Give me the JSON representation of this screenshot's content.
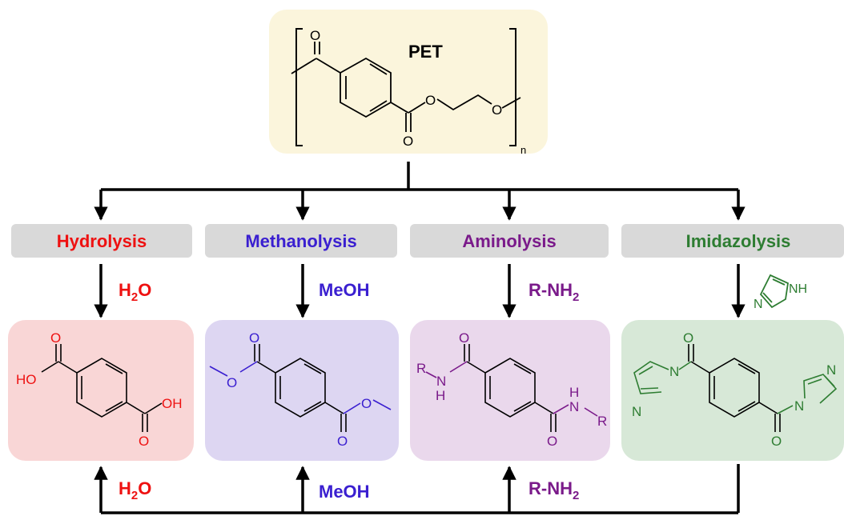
{
  "polymer": {
    "name": "PET",
    "repeat_subscript": "n",
    "atoms": {
      "oxygen": "O"
    }
  },
  "reagent_parts": {
    "water": {
      "base": "H",
      "sub": "2",
      "tail": "O"
    },
    "methanol": "MeOH",
    "amine": {
      "base": "R-NH",
      "sub": "2"
    }
  },
  "processes": [
    {
      "id": "hydrolysis",
      "label": "Hydrolysis",
      "color": "#ee1111"
    },
    {
      "id": "methanolysis",
      "label": "Methanolysis",
      "color": "#3a1fd0"
    },
    {
      "id": "aminolysis",
      "label": "Aminolysis",
      "color": "#7a1a8a"
    },
    {
      "id": "imidazolysis",
      "label": "Imidazolysis",
      "color": "#2e7d32"
    }
  ],
  "product_atoms": {
    "hydroxyl": "HO",
    "hydroxyl_right": "OH",
    "oxygen": "O",
    "r_group": "R",
    "nitrogen": "N",
    "hydrogen": "H",
    "imidazole_nh": "NH"
  },
  "colors": {
    "pet_box": "#fbf5dc",
    "label_box": "#d9d9d9",
    "hydrolysis_box": "#f9d6d6",
    "methanolysis_box": "#ddd6f2",
    "aminolysis_box": "#ead8ec",
    "imidazolysis_box": "#d7e8d7",
    "arrow": "#000000"
  }
}
